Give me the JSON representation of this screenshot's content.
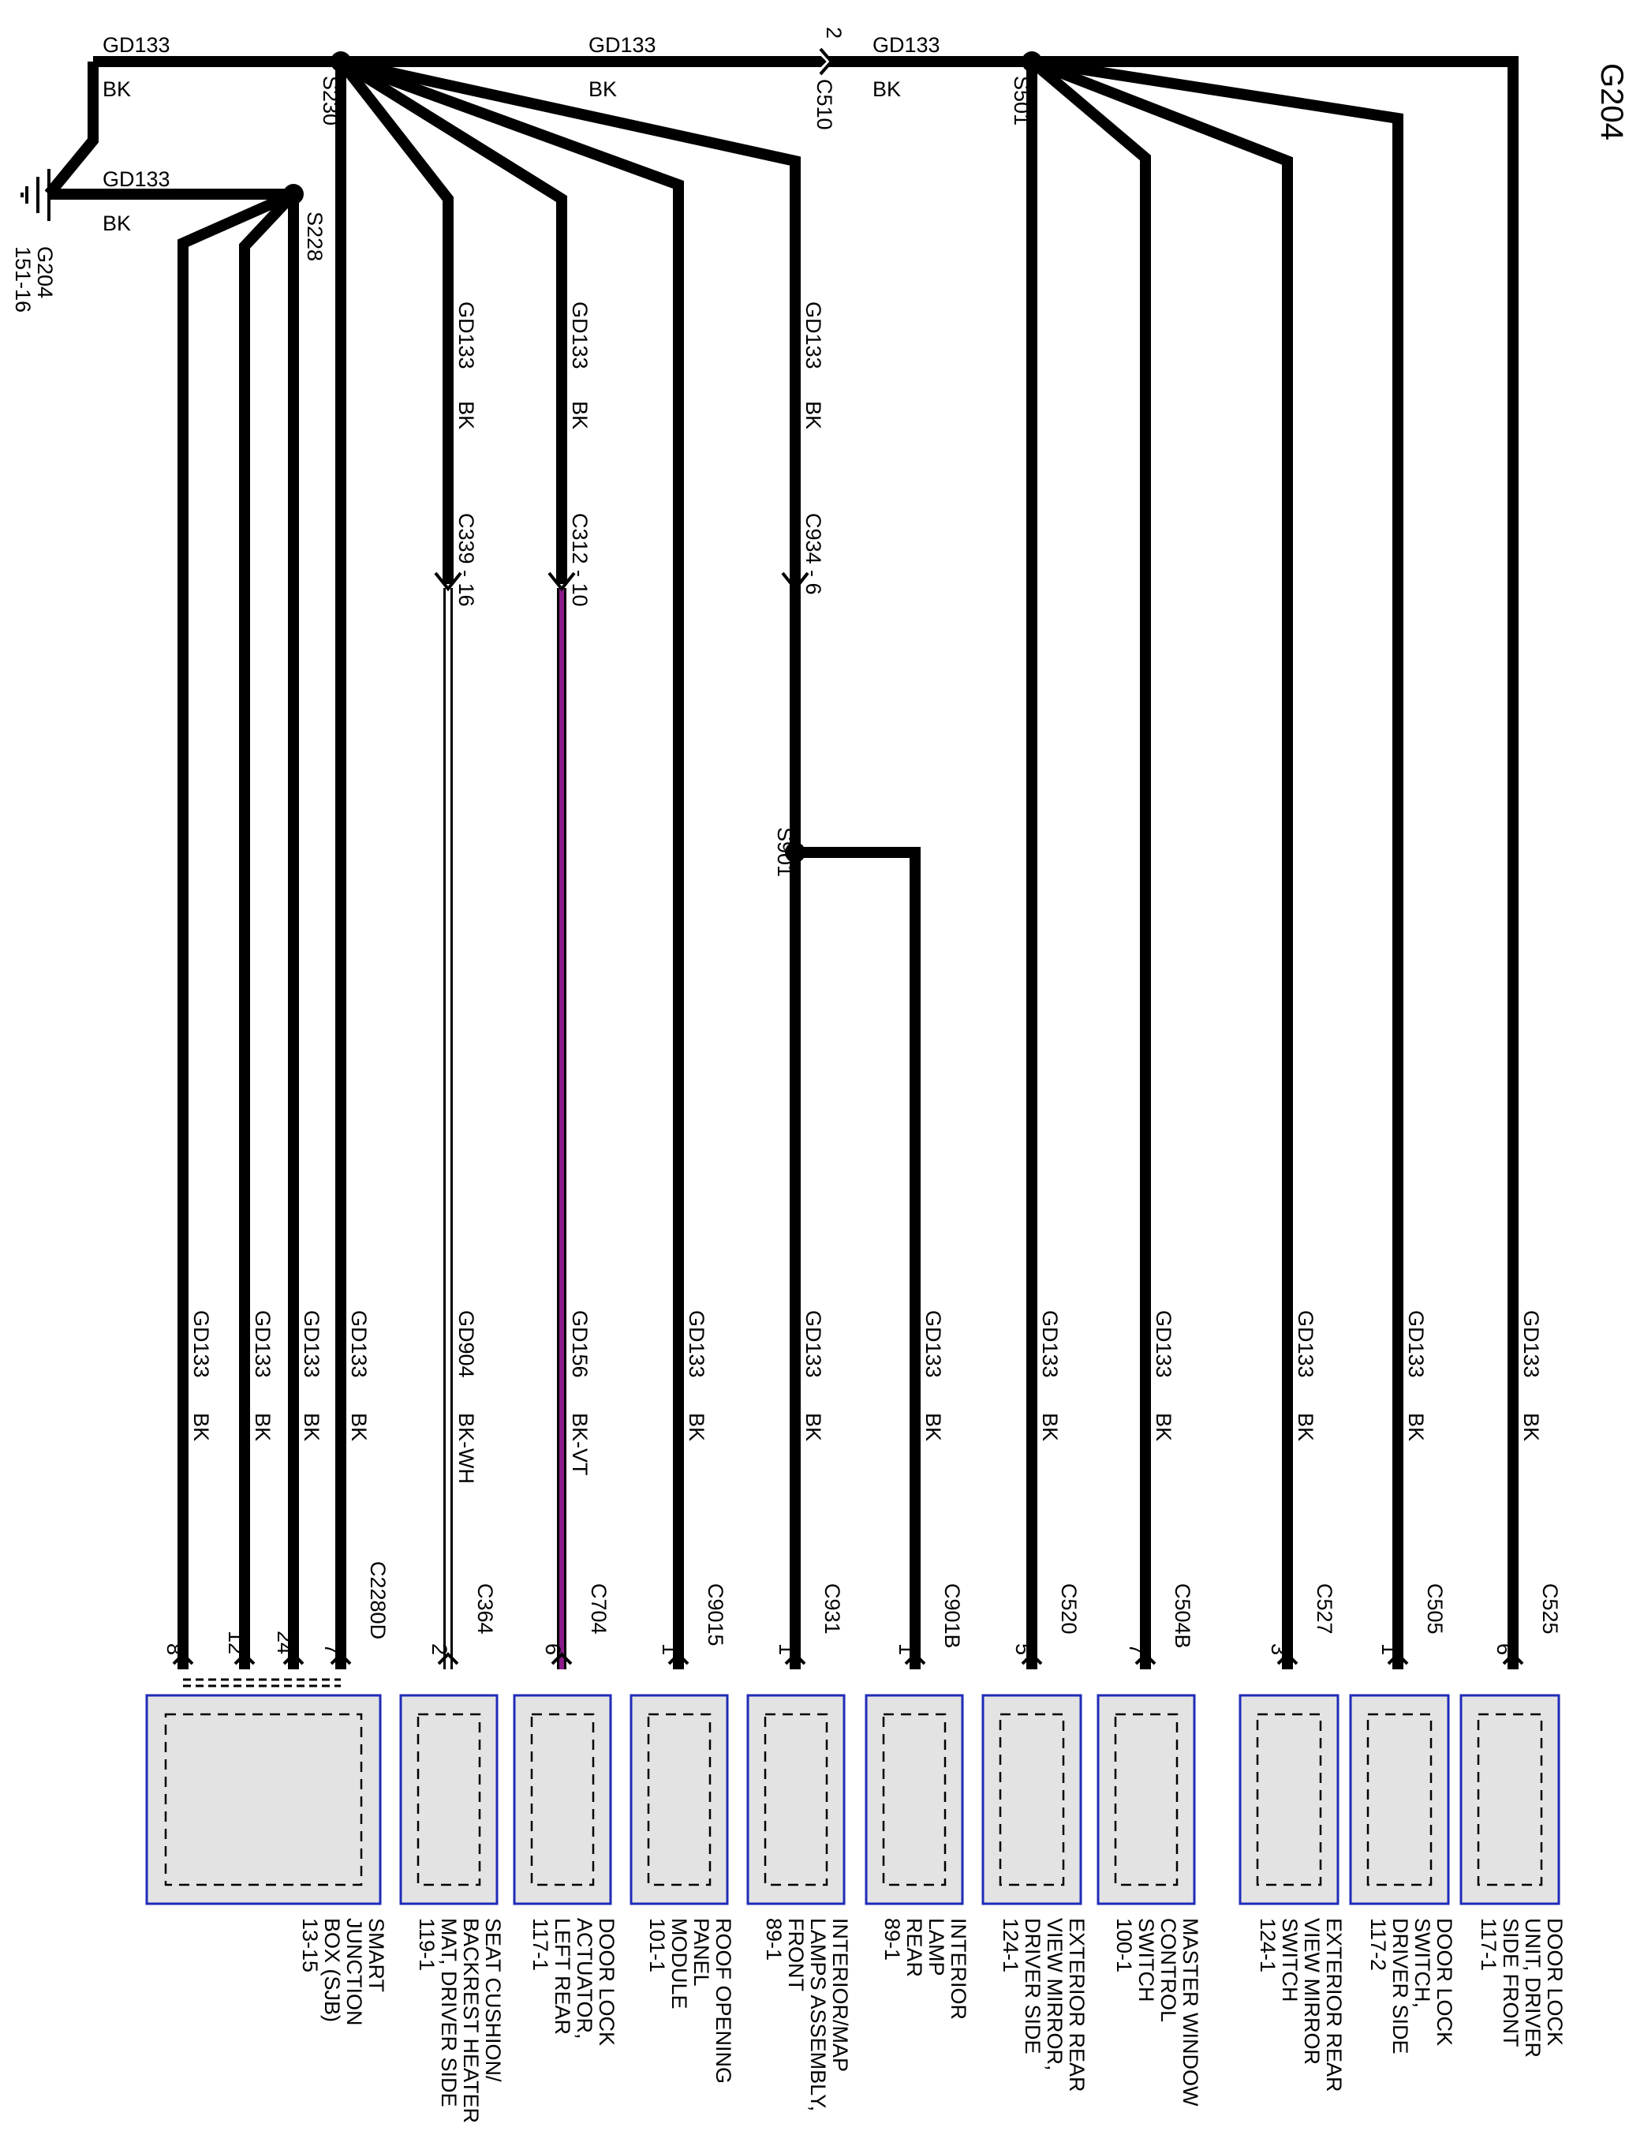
{
  "title": "G204",
  "ground": {
    "label": "G204",
    "page": "151-16"
  },
  "splices": [
    "S230",
    "S228",
    "S501",
    "S901"
  ],
  "inline_connectors": [
    "C510",
    "C339",
    "C312",
    "C934"
  ],
  "header_wires": [
    {
      "circuit": "GD133",
      "color": "BK"
    },
    {
      "circuit": "GD133",
      "color": "BK"
    },
    {
      "circuit": "GD133",
      "color": "BK"
    },
    {
      "circuit": "GD133",
      "color": "BK"
    },
    {
      "circuit": "GD133",
      "color": "BK"
    }
  ],
  "c510_pin": "2",
  "inline_wires": [
    {
      "circuit": "GD133",
      "color": "BK",
      "connector": "C339 - 16"
    },
    {
      "circuit": "GD133",
      "color": "BK",
      "connector": "C312 - 10"
    },
    {
      "circuit": "GD133",
      "color": "BK",
      "connector": "C934 - 6"
    }
  ],
  "sjb_wires": [
    {
      "circuit": "GD133",
      "color": "BK",
      "pin": "8"
    },
    {
      "circuit": "GD133",
      "color": "BK",
      "pin": "12"
    },
    {
      "circuit": "GD133",
      "color": "BK",
      "pin": "24"
    },
    {
      "circuit": "GD133",
      "color": "BK",
      "pin": "7"
    }
  ],
  "components": [
    {
      "connector": "C2280D",
      "lines": [
        "SMART",
        "JUNCTION",
        "BOX (SJB)",
        "13-15"
      ]
    },
    {
      "connector": "C364",
      "pin": "2",
      "circuit": "GD904",
      "color": "BK-WH",
      "wire_color": "#ffffff",
      "lines": [
        "SEAT CUSHION/",
        "BACKREST HEATER",
        "MAT, DRIVER SIDE",
        "119-1"
      ]
    },
    {
      "connector": "C704",
      "pin": "6",
      "circuit": "GD156",
      "color": "BK-VT",
      "wire_color": "#8b1a8b",
      "lines": [
        "DOOR LOCK",
        "ACTUATOR,",
        "LEFT REAR",
        "117-1"
      ]
    },
    {
      "connector": "C9015",
      "pin": "1",
      "circuit": "GD133",
      "color": "BK",
      "lines": [
        "ROOF OPENING",
        "PANEL",
        "MODULE",
        "101-1"
      ]
    },
    {
      "connector": "C931",
      "pin": "1",
      "circuit": "GD133",
      "color": "BK",
      "lines": [
        "INTERIOR/MAP",
        "LAMPS ASSEMBLY,",
        "FRONT",
        "89-1"
      ]
    },
    {
      "connector": "C901B",
      "pin": "1",
      "circuit": "GD133",
      "color": "BK",
      "lines": [
        "INTERIOR",
        "LAMP",
        "REAR",
        "89-1"
      ]
    },
    {
      "connector": "C520",
      "pin": "5",
      "circuit": "GD133",
      "color": "BK",
      "lines": [
        "EXTERIOR REAR",
        "VIEW MIRROR,",
        "DRIVER SIDE",
        "124-1"
      ]
    },
    {
      "connector": "C504B",
      "pin": "7",
      "circuit": "GD133",
      "color": "BK",
      "lines": [
        "MASTER WINDOW",
        "CONTROL",
        "SWITCH",
        "100-1"
      ]
    },
    {
      "connector": "C527",
      "pin": "3",
      "circuit": "GD133",
      "color": "BK",
      "lines": [
        "EXTERIOR REAR",
        "VIEW MIRROR",
        "SWITCH",
        "124-1"
      ]
    },
    {
      "connector": "C505",
      "pin": "1",
      "circuit": "GD133",
      "color": "BK",
      "lines": [
        "DOOR LOCK",
        "SWITCH,",
        "DRIVER SIDE",
        "117-2"
      ]
    },
    {
      "connector": "C525",
      "pin": "6",
      "circuit": "GD133",
      "color": "BK",
      "lines": [
        "DOOR LOCK",
        "UNIT, DRIVER",
        "SIDE FRONT",
        "117-1"
      ]
    }
  ]
}
